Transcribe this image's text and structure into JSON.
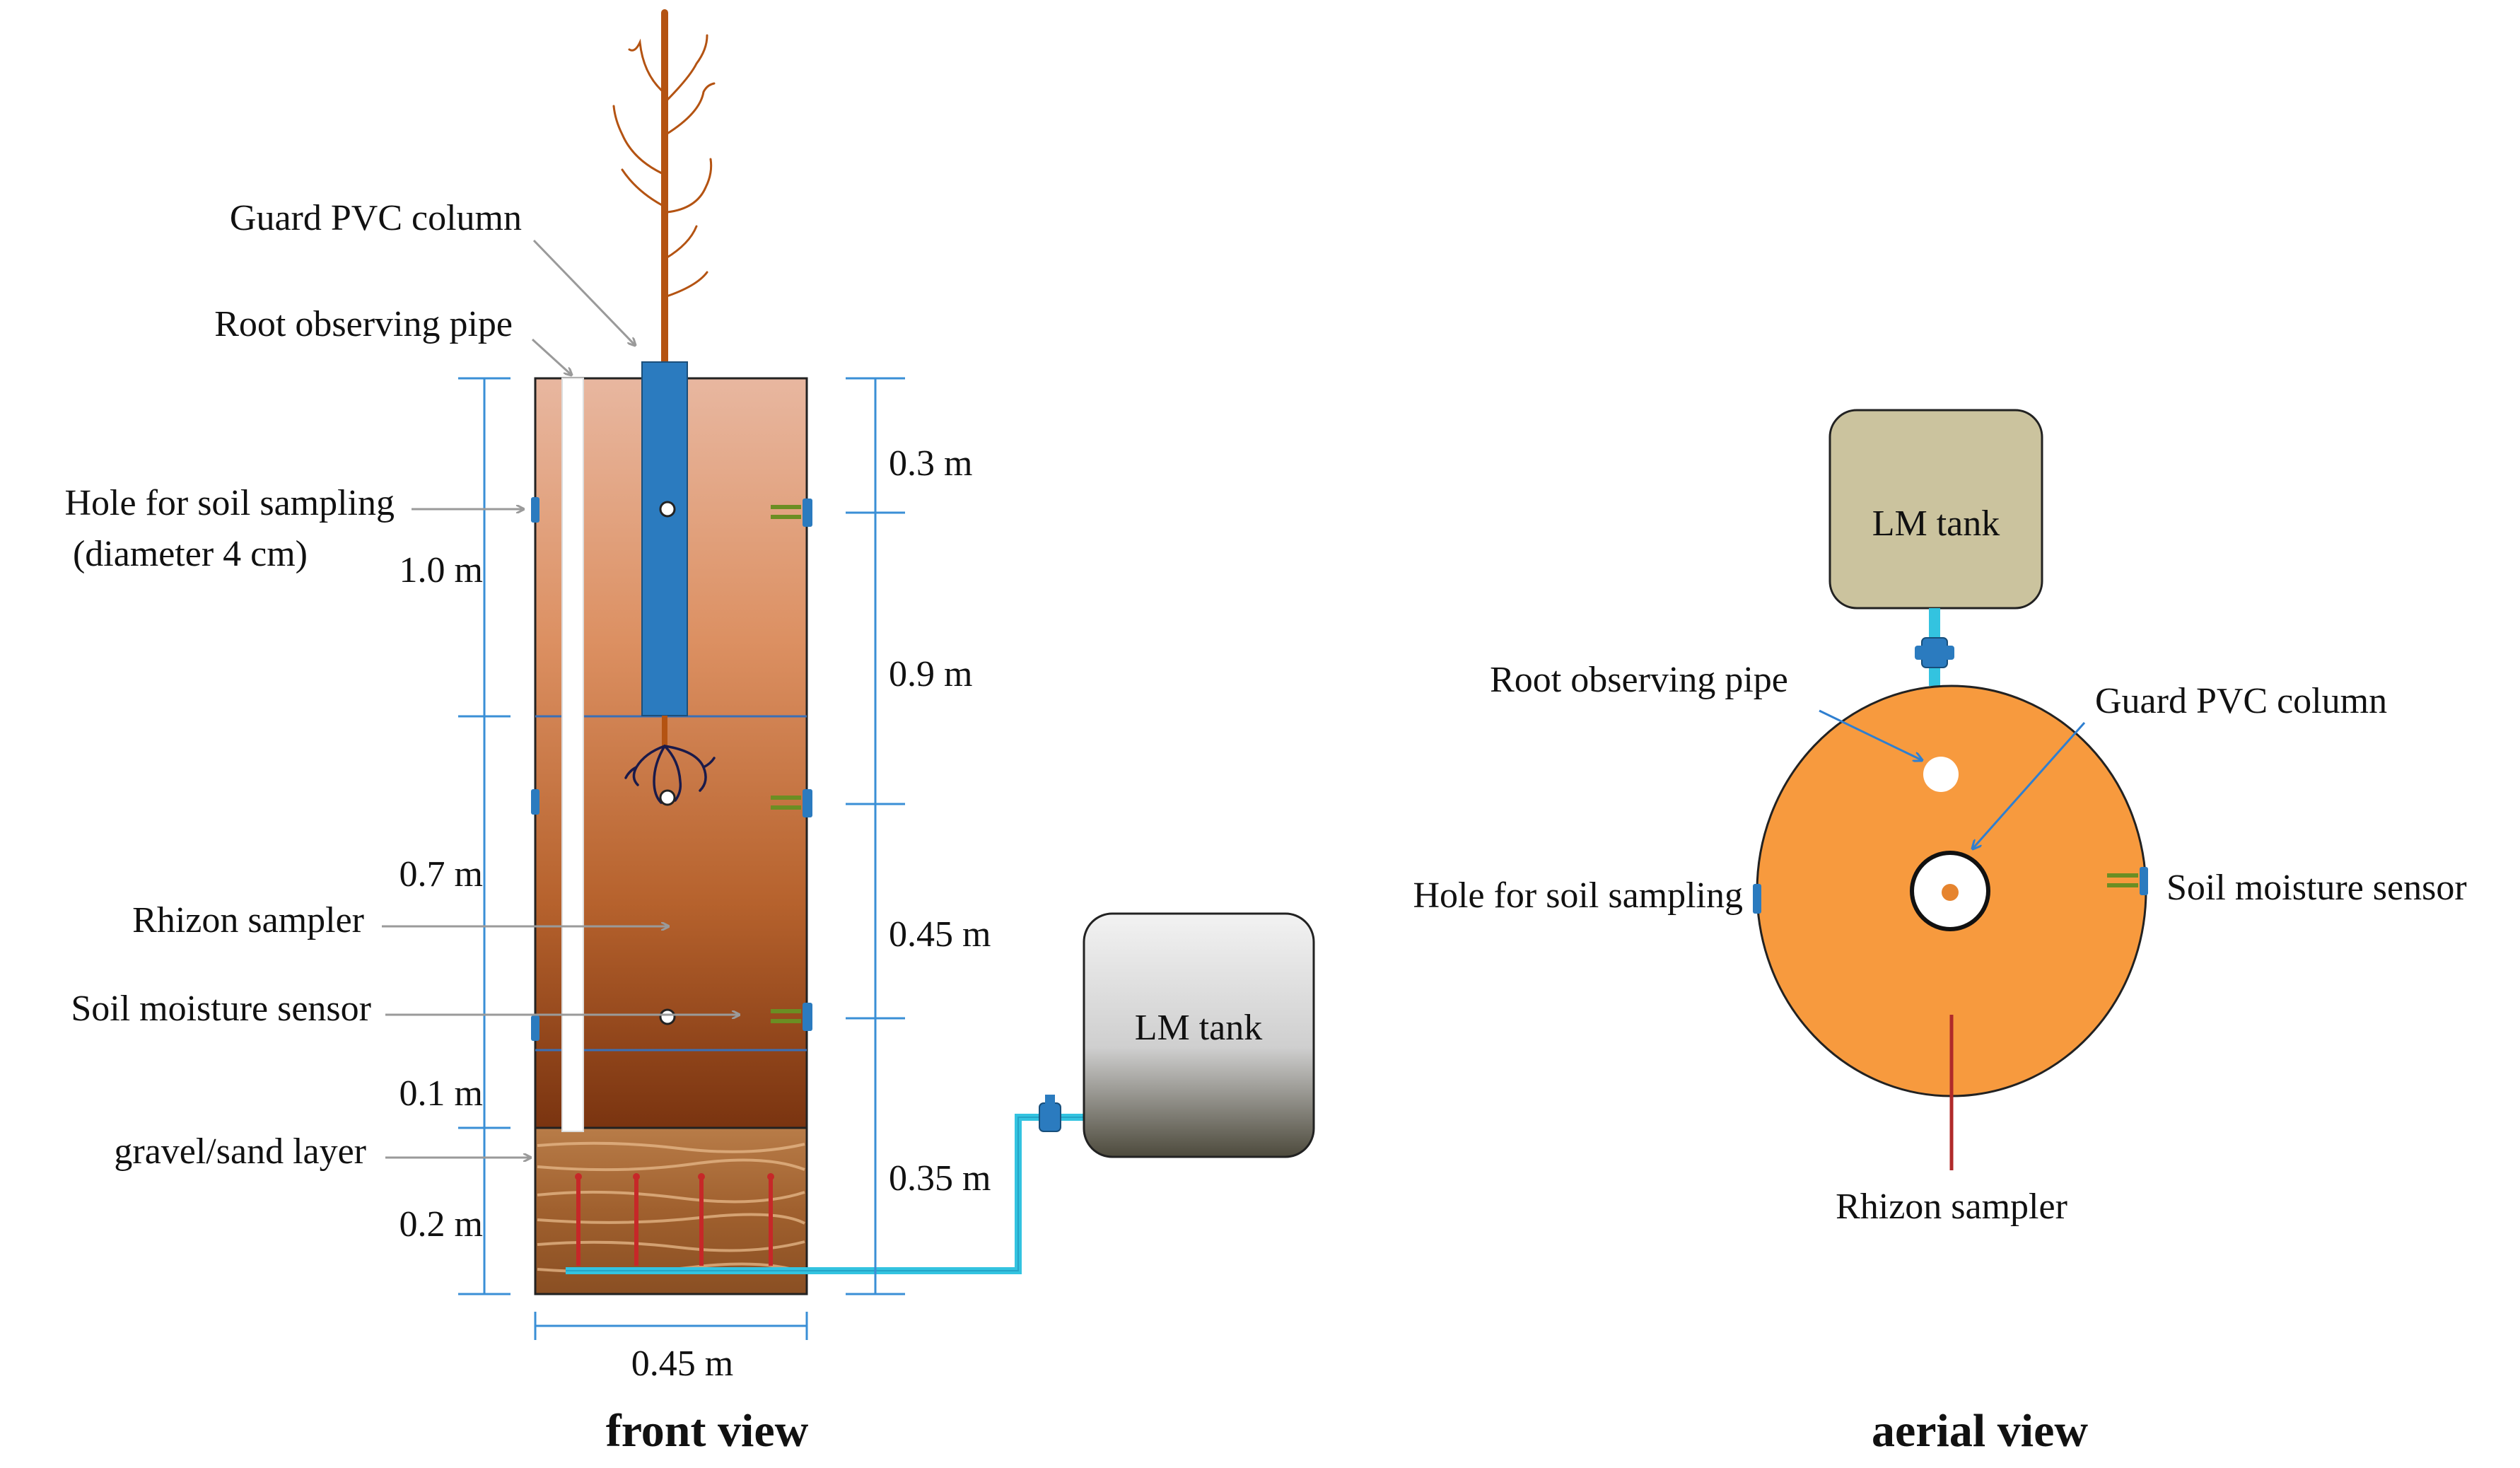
{
  "front": {
    "caption": "front view",
    "labels": {
      "guard_pvc": "Guard PVC column",
      "root_pipe": "Root observing pipe",
      "hole": "Hole for soil sampling",
      "hole_diameter": "(diameter 4 cm)",
      "rhizon": "Rhizon sampler",
      "moisture": "Soil moisture sensor",
      "gravel": "gravel/sand layer",
      "lm_tank": "LM tank"
    },
    "left_dims": {
      "d1": "1.0 m",
      "d2": "0.7 m",
      "d3": "0.1 m",
      "d4": "0.2 m"
    },
    "right_dims": {
      "d1": "0.3 m",
      "d2": "0.9 m",
      "d3": "0.45 m",
      "d4": "0.35 m"
    },
    "width_dim": "0.45 m"
  },
  "aerial": {
    "caption": "aerial view",
    "labels": {
      "lm_tank": "LM tank",
      "root_pipe": "Root observing pipe",
      "guard_pvc": "Guard PVC column",
      "hole": "Hole for soil sampling",
      "moisture": "Soil moisture sensor",
      "rhizon": "Rhizon sampler"
    }
  },
  "colors": {
    "soil_top": "#e6b198",
    "soil_bottom": "#7a3410",
    "guard_pvc": "#2b7bbf",
    "plant": "#b45312",
    "aerial_disc": "#f79a3e",
    "tank_front": "#d8d8d8",
    "tank_aerial": "#cbc39e",
    "pipe": "#33c3e0",
    "dimension": "#3a8fd6",
    "sensor": "#6b8e23",
    "rhizon": "#c62828"
  }
}
